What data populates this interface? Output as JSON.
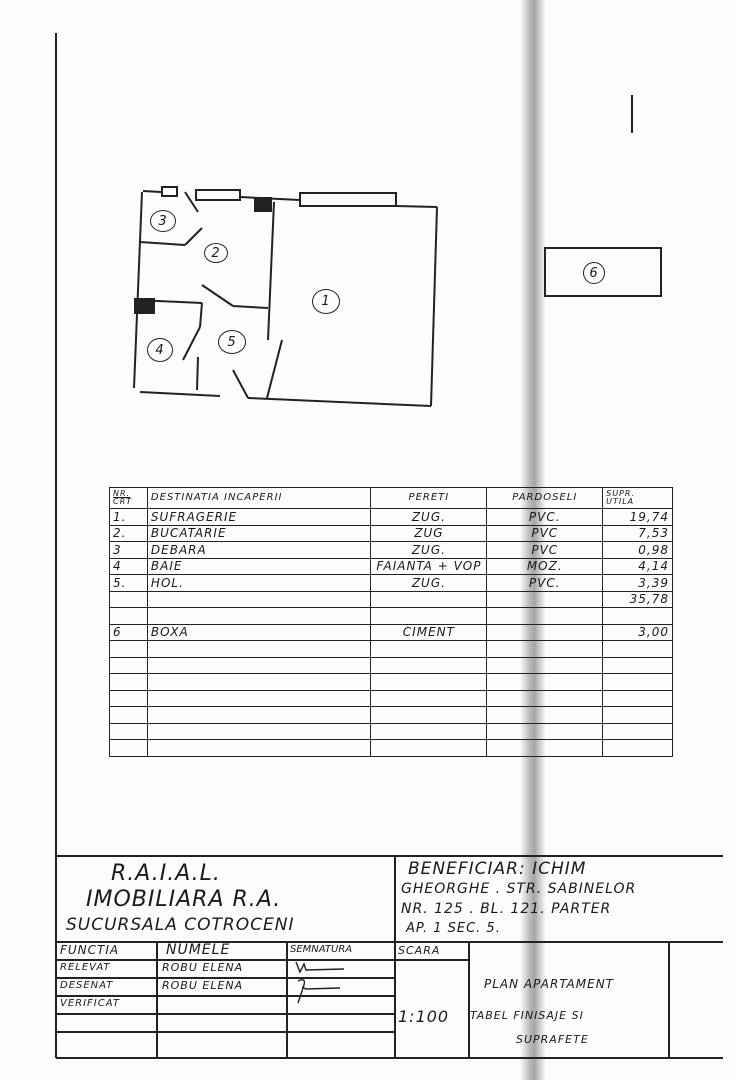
{
  "drawing": {
    "room_labels": [
      "1",
      "2",
      "3",
      "4",
      "5",
      "6"
    ]
  },
  "finishes_table": {
    "headers": {
      "nr": "NR.",
      "nr_sub": "CRT",
      "room": "DESTINATIA INCAPERII",
      "walls": "PERETI",
      "floors": "PARDOSELI",
      "area": "SUPR.",
      "area_sub": "UTILA"
    },
    "rows": [
      {
        "nr": "1.",
        "room": "SUFRAGERIE",
        "walls": "ZUG.",
        "floors": "PVC.",
        "area": "19,74"
      },
      {
        "nr": "2.",
        "room": "BUCATARIE",
        "walls": "ZUG",
        "floors": "PVC",
        "area": "7,53"
      },
      {
        "nr": "3",
        "room": "DEBARA",
        "walls": "ZUG.",
        "floors": "PVC",
        "area": "0,98"
      },
      {
        "nr": "4",
        "room": "BAIE",
        "walls": "FAIANTA + VOP",
        "floors": "MOZ.",
        "area": "4,14"
      },
      {
        "nr": "5.",
        "room": "HOL.",
        "walls": "ZUG.",
        "floors": "PVC.",
        "area": "3,39"
      },
      {
        "nr": "",
        "room": "",
        "walls": "",
        "floors": "",
        "area": "35,78"
      },
      {
        "nr": "",
        "room": "",
        "walls": "",
        "floors": "",
        "area": ""
      },
      {
        "nr": "6",
        "room": "BOXA",
        "walls": "CIMENT",
        "floors": "",
        "area": "3,00"
      },
      {
        "nr": "",
        "room": "",
        "walls": "",
        "floors": "",
        "area": ""
      },
      {
        "nr": "",
        "room": "",
        "walls": "",
        "floors": "",
        "area": ""
      },
      {
        "nr": "",
        "room": "",
        "walls": "",
        "floors": "",
        "area": ""
      },
      {
        "nr": "",
        "room": "",
        "walls": "",
        "floors": "",
        "area": ""
      },
      {
        "nr": "",
        "room": "",
        "walls": "",
        "floors": "",
        "area": ""
      },
      {
        "nr": "",
        "room": "",
        "walls": "",
        "floors": "",
        "area": ""
      },
      {
        "nr": "",
        "room": "",
        "walls": "",
        "floors": "",
        "area": ""
      }
    ]
  },
  "title_block": {
    "company": {
      "line1": "R.A.I.A.L.",
      "line2": "IMOBILIARA R.A.",
      "line3": "SUCURSALA COTROCENI"
    },
    "beneficiary": {
      "label": "BENEFICIAR:",
      "name": "ICHIM",
      "line2": "GHEORGHE . STR. SABINELOR",
      "line3": "NR. 125 . BL. 121. PARTER",
      "line4": "AP. 1  SEC. 5."
    },
    "columns": {
      "function": "FUNCTIA",
      "name": "NUMELE",
      "signature": "SEMNATURA",
      "scale": "SCARA"
    },
    "people": [
      {
        "function": "RELEVAT",
        "name": "ROBU ELENA"
      },
      {
        "function": "DESENAT",
        "name": "ROBU ELENA"
      },
      {
        "function": "VERIFICAT",
        "name": ""
      }
    ],
    "scale_value": "1:100",
    "drawing_title": {
      "line1": "PLAN APARTAMENT",
      "line2": "TABEL FINISAJE SI",
      "line3": "SUPRAFETE"
    }
  }
}
